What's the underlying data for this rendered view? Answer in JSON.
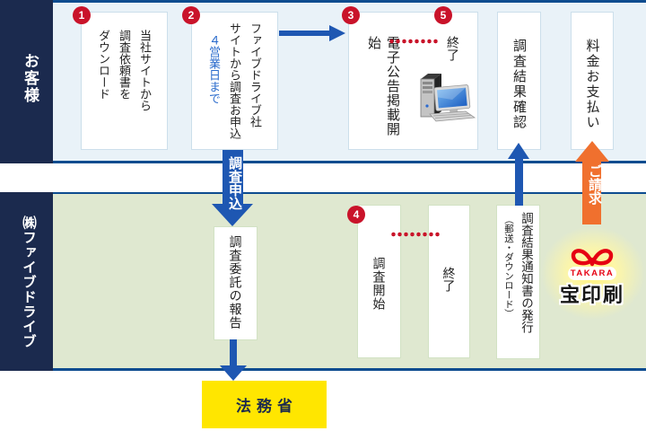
{
  "lanes": {
    "customer": {
      "label": "お客様"
    },
    "company": {
      "label": "㈱ファイブドライブ"
    }
  },
  "steps": {
    "step1": {
      "number": "1",
      "text": "当社サイトから\n調査依頼書を\nダウンロード"
    },
    "step2": {
      "number": "2",
      "text": "ファイブドライブ社\nサイトから調査お申込",
      "note": "４営業日まで"
    },
    "step3": {
      "number": "3",
      "text": "電子公告掲載開始"
    },
    "step5": {
      "number": "5",
      "text": "終了"
    },
    "check": {
      "text": "調査結果確認"
    },
    "payment": {
      "text": "料金お支払い"
    },
    "report": {
      "text": "調査委託の報告"
    },
    "step4": {
      "number": "4",
      "text": "調査開始"
    },
    "end_bottom": {
      "text": "終了"
    },
    "notice": {
      "main": "調査結果通知書の発行",
      "sub": "（郵送・ダウンロード）"
    }
  },
  "arrows": {
    "apply_label": "調査申込",
    "billing_label": "ご請求"
  },
  "ministry": {
    "label": "法務省"
  },
  "logo": {
    "brand": "TAKARA",
    "name": "宝印刷"
  },
  "colors": {
    "navy": "#1b2a4e",
    "lane-blue": "#e9f2f8",
    "lane-green": "#dfe8d0",
    "border-blue": "#0d4c8f",
    "arrow-blue": "#1e57b2",
    "red": "#c9132a",
    "orange": "#f0702e",
    "yellow": "#ffe600",
    "note-blue": "#2a6bcc",
    "box-border-blue": "#ccdfeb",
    "box-border-green": "#d2e2c4",
    "logo-red": "#e60012"
  }
}
